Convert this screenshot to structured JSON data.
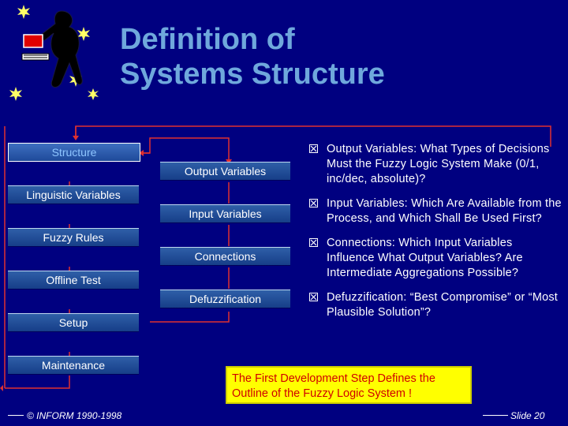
{
  "title": {
    "line1": "Definition of",
    "line2": "Systems Structure"
  },
  "left_steps": [
    "Structure",
    "Linguistic Variables",
    "Fuzzy Rules",
    "Offline Test",
    "Setup",
    "Maintenance"
  ],
  "mid_steps": [
    "Output Variables",
    "Input Variables",
    "Connections",
    "Defuzzification"
  ],
  "bullets": [
    "Output Variables: What Types of Decisions Must the Fuzzy Logic System Make (0/1, inc/dec, absolute)?",
    "Input Variables: Which Are Available from the Process, and Which Shall Be Used First?",
    "Connections: Which Input Variables Influence What Output Variables? Are Intermediate Aggregations Possible?",
    "Defuzzification: “Best Compromise” or “Most Plausible Solution”?"
  ],
  "callout": "The First Development Step Defines the Outline of the Fuzzy Logic System !",
  "footer": {
    "copyright": "© INFORM 1990-1998",
    "slide": "Slide 20"
  },
  "colors": {
    "background": "#000080",
    "title": "#6FA8DC",
    "box": "#1F4E9A",
    "callout_bg": "#FFFF00",
    "callout_text": "#D00000"
  }
}
